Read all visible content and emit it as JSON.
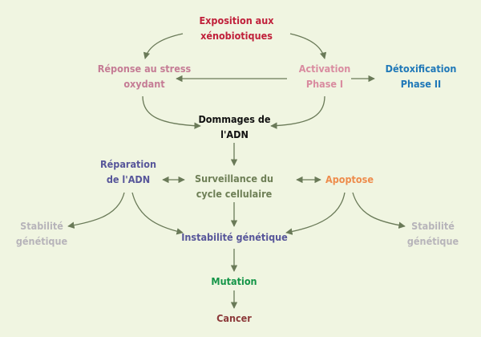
{
  "colors": {
    "background": "#f0f5e1",
    "arrow": "#6a7a58",
    "xenobiotics": "#c0203a",
    "stress": "#c57c95",
    "activation": "#d98ca0",
    "detox": "#1f78b8",
    "dna_damage": "#111111",
    "repair": "#57569a",
    "surveillance": "#6e7f56",
    "apoptosis": "#ee8c4c",
    "stability": "#b7b4ba",
    "instability": "#57569a",
    "mutation": "#159548",
    "cancer": "#8c3a3a"
  },
  "nodes": {
    "xenobiotics": {
      "line1": "Exposition aux",
      "line2": "xénobiotiques"
    },
    "stress": {
      "line1": "Réponse au stress",
      "line2": "oxydant"
    },
    "activation": {
      "line1": "Activation",
      "line2": "Phase I"
    },
    "detox": {
      "line1": "Détoxification",
      "line2": "Phase II"
    },
    "dna_damage": {
      "line1": "Dommages de",
      "line2": "l'ADN"
    },
    "repair": {
      "line1": "Réparation",
      "line2": "de l'ADN"
    },
    "surveillance": {
      "line1": "Surveillance du",
      "line2": "cycle cellulaire"
    },
    "apoptosis": {
      "label": "Apoptose"
    },
    "stability_left": {
      "line1": "Stabilité",
      "line2": "génétique"
    },
    "stability_right": {
      "line1": "Stabilité",
      "line2": "génétique"
    },
    "instability": {
      "label": "Instabilité génétique"
    },
    "mutation": {
      "label": "Mutation"
    },
    "cancer": {
      "label": "Cancer"
    }
  }
}
